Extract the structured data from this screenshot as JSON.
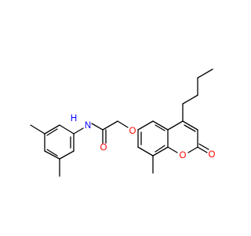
{
  "molecule": {
    "atom_labels": {
      "amide_nh": "N",
      "amide_h": "H",
      "amide_o": "O",
      "ether_o": "O",
      "ring_o": "O",
      "lactone_o": "O"
    },
    "colors": {
      "bond": "#000000",
      "nitrogen": "#0000ff",
      "oxygen": "#ff0000",
      "background": "#ffffff"
    }
  }
}
